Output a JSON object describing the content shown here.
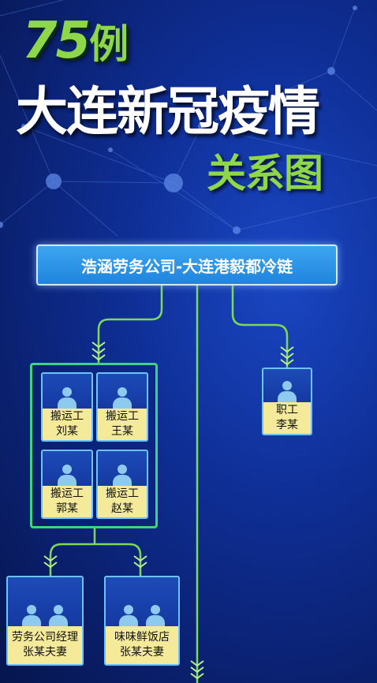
{
  "title": {
    "count": "75",
    "count_unit": "例",
    "main": "大连新冠疫情",
    "sub": "关系图"
  },
  "root": {
    "label": "浩涵劳务公司-大连港毅都冷链"
  },
  "group_members": [
    {
      "role": "搬运工",
      "name": "刘某"
    },
    {
      "role": "搬运工",
      "name": "王某"
    },
    {
      "role": "搬运工",
      "name": "郭某"
    },
    {
      "role": "搬运工",
      "name": "赵某"
    }
  ],
  "employee": {
    "role": "职工",
    "name": "李某"
  },
  "contacts": [
    {
      "role": "劳务公司经理",
      "name": "张某夫妻",
      "persons": 2
    },
    {
      "role": "味味鲜饭店",
      "name": "张某夫妻",
      "persons": 2
    }
  ],
  "colors": {
    "title_green": "#8ed64a",
    "line_green": "#7ed957",
    "group_border": "#3bd38a",
    "label_yellow": "#f4ea9a",
    "banner_blue": "#2b95e8",
    "person_icon": "#8ec9f0"
  },
  "icons": {
    "person": "person-icon",
    "arrow": "double-chevron-down-icon"
  }
}
